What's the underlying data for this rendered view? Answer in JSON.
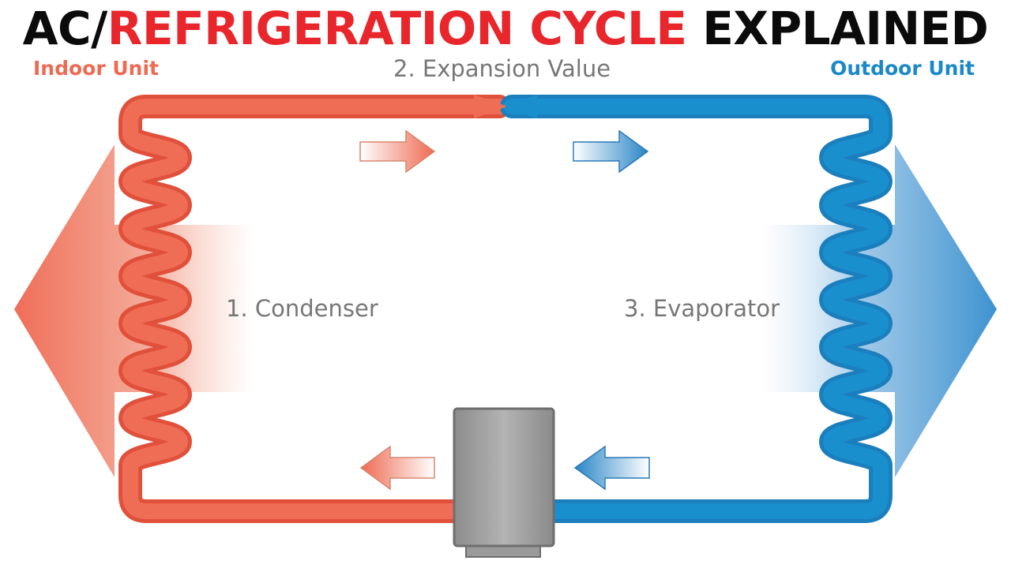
{
  "title": {
    "part1": "AC/",
    "part2": "REFRIGERATION CYCLE",
    "part3": " EXPLAINED",
    "colors": {
      "black": "#0b0b0b",
      "red": "#e8262b"
    }
  },
  "labels": {
    "indoor_unit": "Indoor Unit",
    "outdoor_unit": "Outdoor Unit",
    "expansion": "2. Expansion Value",
    "condenser": "1. Condenser",
    "evaporator": "3. Evaporator"
  },
  "colors": {
    "hot": "#ee6a52",
    "cold": "#1a8fce",
    "compressor": "#9a9a9a"
  },
  "icons": {
    "condenser": "condenser-coil-icon",
    "evaporator": "evaporator-coil-icon",
    "compressor": "compressor-icon"
  }
}
